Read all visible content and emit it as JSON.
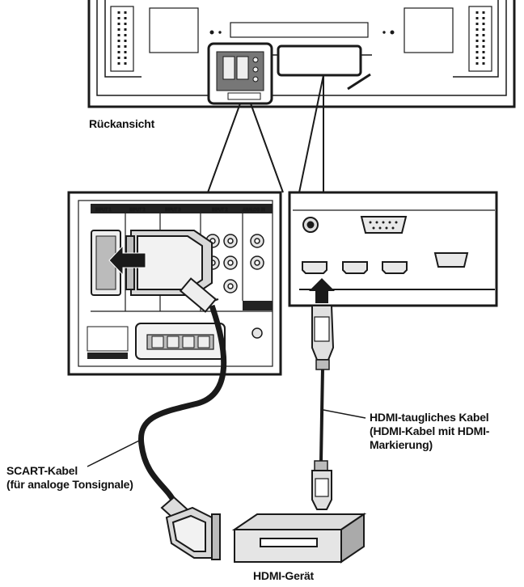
{
  "labels": {
    "rear_view": "Rückansicht",
    "hdmi_cable_line1": "HDMI-taugliches Kabel",
    "hdmi_cable_line2": "(HDMI-Kabel mit HDMI-",
    "hdmi_cable_line3": "Markierung)",
    "scart_cable_line1": "SCART-Kabel",
    "scart_cable_line2": "(für analoge Tonsignale)",
    "hdmi_device": "HDMI-Gerät"
  },
  "panel_tabs": [
    "INPUT 1",
    "INPUT 2",
    "INPUT 3",
    "INPUT 2",
    "ANALOG IN"
  ],
  "colors": {
    "line": "#1a1a1a",
    "panel_bg": "#ffffff",
    "port_fill": "#dcdcdc",
    "tab_fill": "#222222"
  }
}
